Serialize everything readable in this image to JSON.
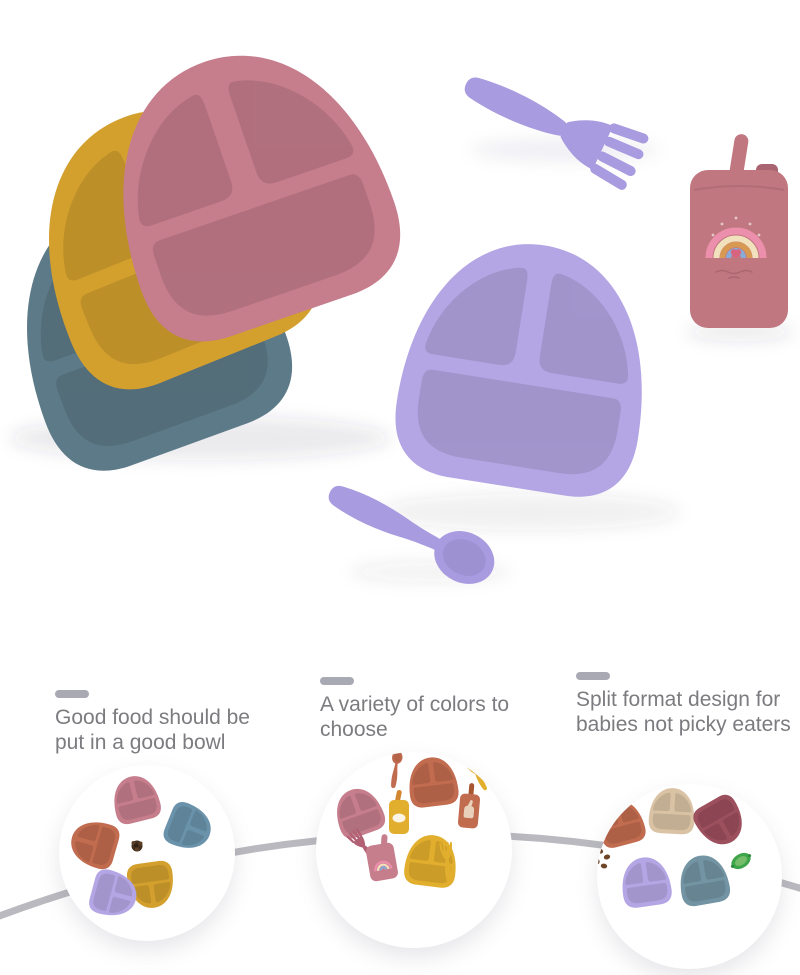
{
  "palette": {
    "background": "#ffffff",
    "rose_plate": "#c67d8c",
    "mustard_plate": "#d3a02e",
    "steel_plate": "#five",
    "lilac_plate": "#b4a6e4",
    "lilac_utensil": "#a89be0",
    "cup_pink": "#c0777f",
    "cup_knob": "#aa6370",
    "terracotta": "#c16b4f",
    "yellow": "#e2ae2d",
    "maroon": "#9c4f5d",
    "beige": "#d9c3a4",
    "slate": "#7394a3",
    "mini_blue": "#6a93ab",
    "fork_pink": "#b16173",
    "green": "#3fa54b",
    "bean_brown": "#6f4528",
    "rainbow_pink": "#ec8fac",
    "rainbow_cream": "#f2e1bd",
    "rainbow_tan": "#d89a52",
    "rainbow_blue": "#88abd9",
    "heart_pink": "#d9627f",
    "text_gray": "#7c7c80",
    "dash_gray": "#a9a9b4",
    "arc_gray": "#b5b5bc"
  },
  "hero": {
    "products": [
      "steel-blue-divided-plate",
      "mustard-divided-plate",
      "rose-divided-plate",
      "lilac-divided-plate",
      "lilac-baby-fork",
      "lilac-baby-spoon",
      "pink-sippy-cup-with-rainbow"
    ]
  },
  "features": [
    {
      "title": "Good food should be put in a good bowl",
      "image": "five-color-plates-around-berry"
    },
    {
      "title": "A variety of colors to choose",
      "image": "full-feeding-set-three-colors"
    },
    {
      "title": "Split format design for babies not picky eaters",
      "image": "five-color-plates-with-snacks"
    }
  ]
}
